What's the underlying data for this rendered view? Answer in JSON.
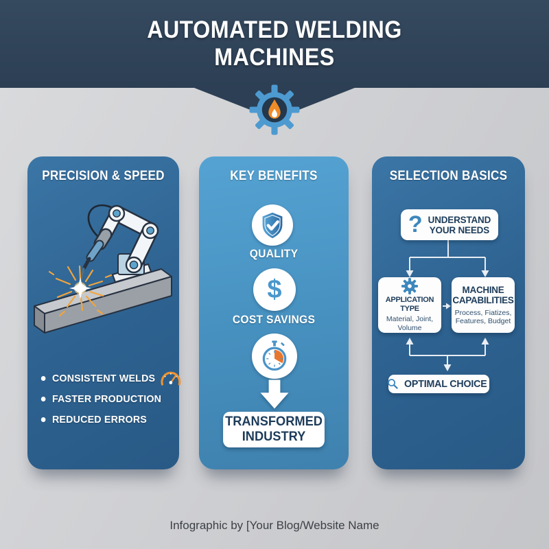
{
  "header": {
    "title_line1": "AUTOMATED WELDING",
    "title_line2": "MACHINES",
    "badge_icon": "gear-flame-icon"
  },
  "precision": {
    "title": "PRECISION & SPEED",
    "illustration": "robotic-welding-arm-with-sparks",
    "bullet_icon": "gauge-icon",
    "bullets": [
      "CONSISTENT WELDS",
      "FASTER PRODUCTION",
      "REDUCED ERRORS"
    ]
  },
  "benefits": {
    "title": "KEY BENEFITS",
    "items": [
      {
        "icon": "shield-check-icon",
        "label": "QUALITY"
      },
      {
        "icon": "dollar-icon",
        "symbol": "$",
        "label": "COST SAVINGS"
      },
      {
        "icon": "stopwatch-icon",
        "label": ""
      }
    ],
    "result_line1": "TRANSFORMED",
    "result_line2": "INDUSTRY"
  },
  "selection": {
    "title": "SELECTION BASICS",
    "step1": {
      "icon": "question-mark-icon",
      "glyph": "?",
      "line1": "UNDERSTAND",
      "line2": "YOUR NEEDS"
    },
    "application": {
      "icon": "gear-icon",
      "title": "APPLICATION TYPE",
      "subtitle": "Material, Joint, Volume"
    },
    "machine": {
      "title": "MACHINE CAPABILITIES",
      "subtitle": "Process, Fiatizes, Features, Budget"
    },
    "result": {
      "icon": "magnifier-icon",
      "label": "OPTIMAL CHOICE"
    }
  },
  "footer": {
    "credit": "Infographic by [Your Blog/Website Name"
  },
  "colors": {
    "header_navy": "#2c3f54",
    "card_steel_blue": "#2d618f",
    "card_light_blue": "#4c9bca",
    "accent_blue": "#3d87bd",
    "accent_orange": "#ee8a2e",
    "background_gray": "#d0d1d4",
    "text_navy": "#1d3c5a",
    "white": "#ffffff"
  }
}
